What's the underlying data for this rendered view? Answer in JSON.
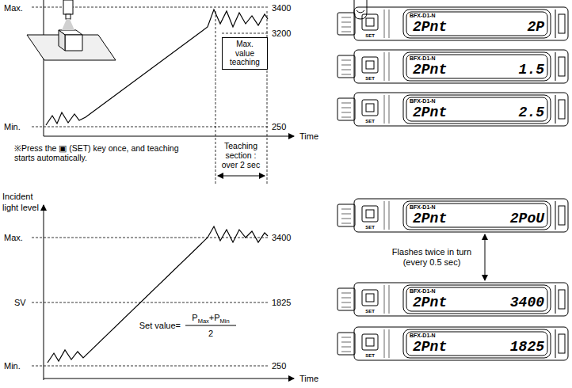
{
  "diagram": {
    "nodes": [
      {
        "text": [
          "Max. value teaching"
        ]
      },
      {
        "text": [
          "BFX-D1-N",
          "2Pnt",
          "2P",
          "SET"
        ]
      },
      {
        "text": [
          "BFX-D1-N",
          "2Pnt",
          "1.5",
          "SET"
        ]
      },
      {
        "text": [
          "BFX-D1-N",
          "2Pnt",
          "2.5",
          "SET"
        ]
      },
      {
        "text": [
          "BFX-D1-N",
          "2Pnt",
          "2PoU",
          "SET"
        ]
      },
      {
        "text": [
          "BFX-D1-N",
          "2Pnt",
          "3400",
          "SET"
        ]
      },
      {
        "text": [
          "BFX-D1-N",
          "2Pnt",
          "1825",
          "SET"
        ]
      }
    ],
    "edges": [
      {
        "from": 4,
        "to": 5,
        "arrow": "both",
        "label": "Flashes twice in turn (every 0.5 sec)"
      }
    ],
    "labels": [
      "Max.",
      "3400",
      "3200",
      "Min.",
      "250",
      "※Press the ▣ (SET) key once, and teaching starts automatically.",
      "Teaching section : over 2 sec",
      "Time",
      "Incident",
      "light level",
      "Max.",
      "3400",
      "SV",
      "1825",
      "Set value=",
      "P",
      "Max",
      "+P",
      "Min",
      "2",
      "Min.",
      "250",
      "Time"
    ]
  }
}
